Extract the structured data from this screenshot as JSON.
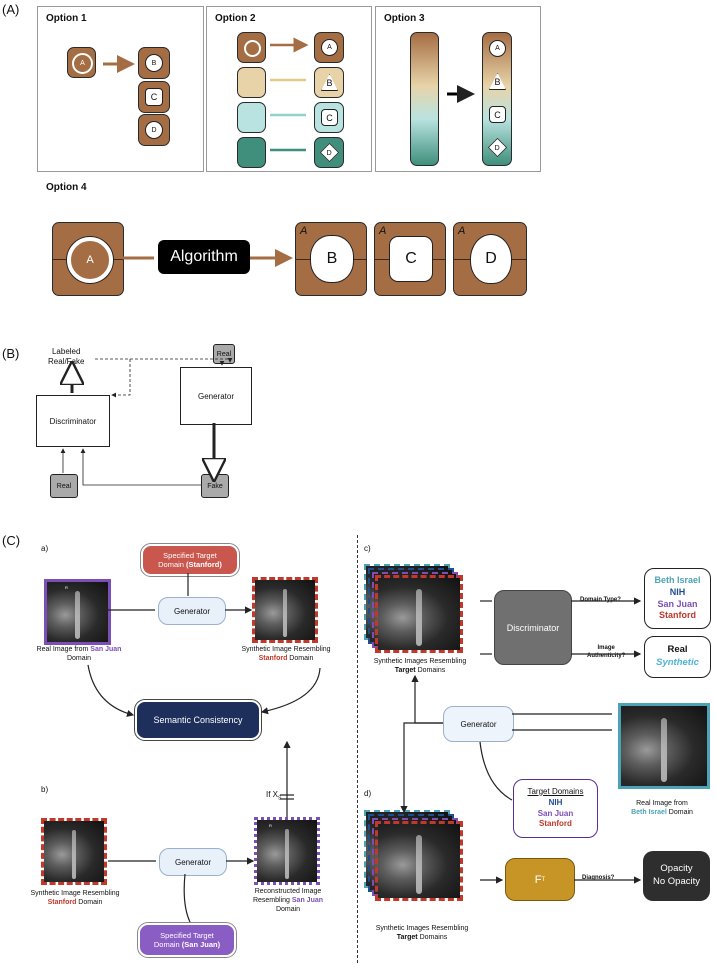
{
  "section_labels": {
    "a": "(A)",
    "b": "(B)",
    "c": "(C)"
  },
  "partA": {
    "options": [
      "Option 1",
      "Option 2",
      "Option 3",
      "Option 4"
    ],
    "algorithm": "Algorithm",
    "tile_letters": [
      "A",
      "B",
      "C",
      "D"
    ],
    "corner_letter": "A"
  },
  "partB": {
    "labeled": "Labeled\nReal/Fake",
    "discriminator": "Discriminator",
    "generator": "Generator",
    "real": "Real",
    "fake": "Fake"
  },
  "partC": {
    "sub": {
      "a": "a)",
      "b": "b)",
      "c": "c)",
      "d": "d)"
    },
    "generator": "Generator",
    "spec_stanford_1": "Specified Target",
    "spec_stanford_2": "Domain ",
    "spec_stanford_3": "(Stanford)",
    "spec_sanjuan_1": "Specified Target",
    "spec_sanjuan_2": "Domain ",
    "spec_sanjuan_3": "(San Juan)",
    "semantic": "Semantic Consistency",
    "if_xs": "If X",
    "if_xs_sub": "S",
    "real_sj_1": "Real Image from ",
    "real_sj_2": "San Juan",
    "real_sj_3": " Domain",
    "syn_st_1": "Synthetic Image Resembling",
    "syn_st_2": "Stanford",
    "syn_st_3": " Domain",
    "syn_st_b_1": "Synthetic Image Resembling",
    "syn_st_b_2": "Stanford",
    "syn_st_b_3": " Domain",
    "recon_1": "Reconstructed Image",
    "recon_2": "Resembling ",
    "recon_3": "San Juan",
    "recon_4": "Domain",
    "syn_tgt_1": "Synthetic Images Resembling",
    "syn_tgt_2": "Target",
    "syn_tgt_3": " Domains",
    "discriminator": "Discriminator",
    "domain_type": "Domain Type?",
    "image_auth_1": "Image",
    "image_auth_2": "Authenticity?",
    "domains": [
      "Beth Israel",
      "NIH",
      "San Juan",
      "Stanford"
    ],
    "real": "Real",
    "synthetic": "Synthetic",
    "target_domains_title": "Target Domains",
    "target_domains": [
      "NIH",
      "San Juan",
      "Stanford"
    ],
    "real_bi_1": "Real Image from",
    "real_bi_2": "Beth Israel",
    "real_bi_3": " Domain",
    "ft": "F",
    "ft_sub": "T",
    "diagnosis": "Diagnosis?",
    "opacity": "Opacity",
    "no_opacity": "No Opacity",
    "xray_tag": "R"
  },
  "colors": {
    "brown": "#a56d43",
    "beth_israel": "#4ba3b5",
    "nih": "#1f4e8c",
    "san_juan": "#7b4fb5",
    "stanford": "#c0392b",
    "synthetic": "#4bb3d6"
  }
}
